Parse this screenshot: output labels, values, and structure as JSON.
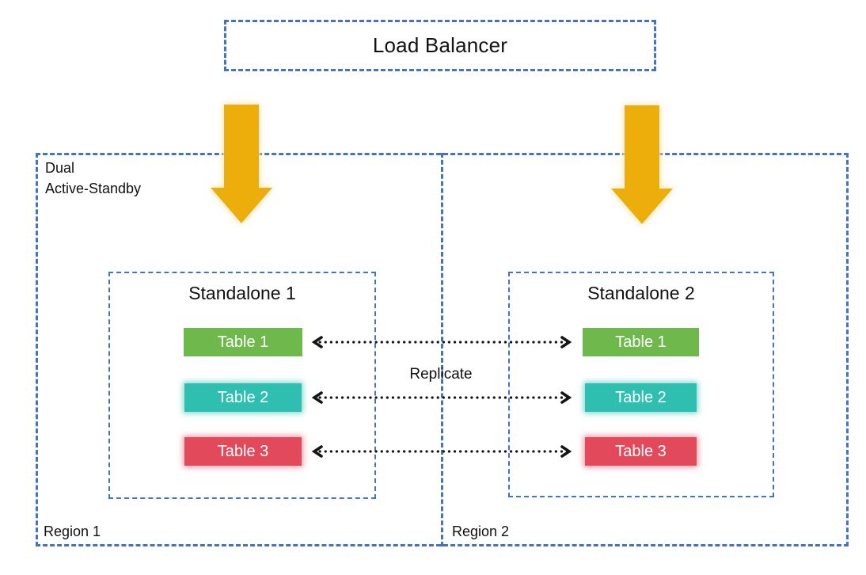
{
  "load_balancer": {
    "label": "Load Balancer"
  },
  "group": {
    "label_line1": "Dual",
    "label_line2": "Active-Standby"
  },
  "replicate": {
    "label": "Replicate"
  },
  "regions": [
    {
      "name": "Region 1",
      "standalone": {
        "title": "Standalone 1",
        "tables": [
          {
            "label": "Table 1",
            "color": "#6FB94C"
          },
          {
            "label": "Table 2",
            "color": "#2FBFB1"
          },
          {
            "label": "Table 3",
            "color": "#E2495B"
          }
        ]
      }
    },
    {
      "name": "Region 2",
      "standalone": {
        "title": "Standalone 2",
        "tables": [
          {
            "label": "Table 1",
            "color": "#6FB94C"
          },
          {
            "label": "Table 2",
            "color": "#2FBFB1"
          },
          {
            "label": "Table 3",
            "color": "#E2495B"
          }
        ]
      }
    }
  ],
  "colors": {
    "border_blue": "#4472C4",
    "arrow_gold": "#EDAD0B",
    "arrow_glow": "#F7DD9B",
    "table_green": "#6FB94C",
    "table_teal": "#2FBFB1",
    "table_red": "#E2495B",
    "replicate_arrow_black": "#151515"
  }
}
